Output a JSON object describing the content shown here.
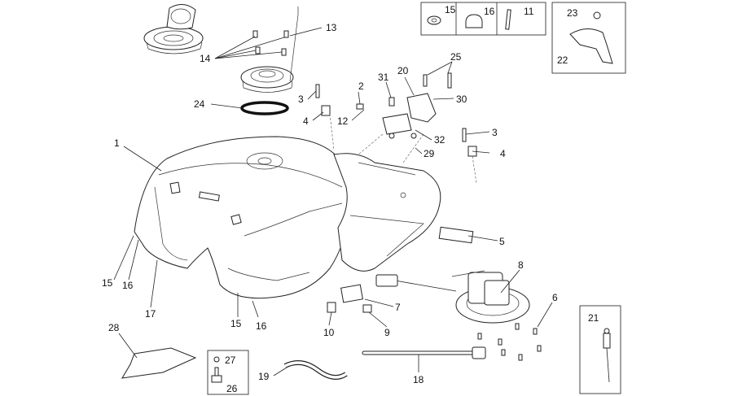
{
  "diagram": {
    "labels": {
      "l1": "1",
      "l2": "2",
      "l3a": "3",
      "l3b": "3",
      "l4a": "4",
      "l4b": "4",
      "l5": "5",
      "l6": "6",
      "l7": "7",
      "l8": "8",
      "l9": "9",
      "l10": "10",
      "l11": "11",
      "l12": "12",
      "l13": "13",
      "l14": "14",
      "l15a": "15",
      "l15b": "15",
      "l15c": "15",
      "l16a": "16",
      "l16b": "16",
      "l16c": "16",
      "l17": "17",
      "l18": "18",
      "l19": "19",
      "l20": "20",
      "l21": "21",
      "l22": "22",
      "l23": "23",
      "l24": "24",
      "l25": "25",
      "l26": "26",
      "l27": "27",
      "l28": "28",
      "l29": "29",
      "l30": "30",
      "l31": "31",
      "l32": "32"
    }
  }
}
